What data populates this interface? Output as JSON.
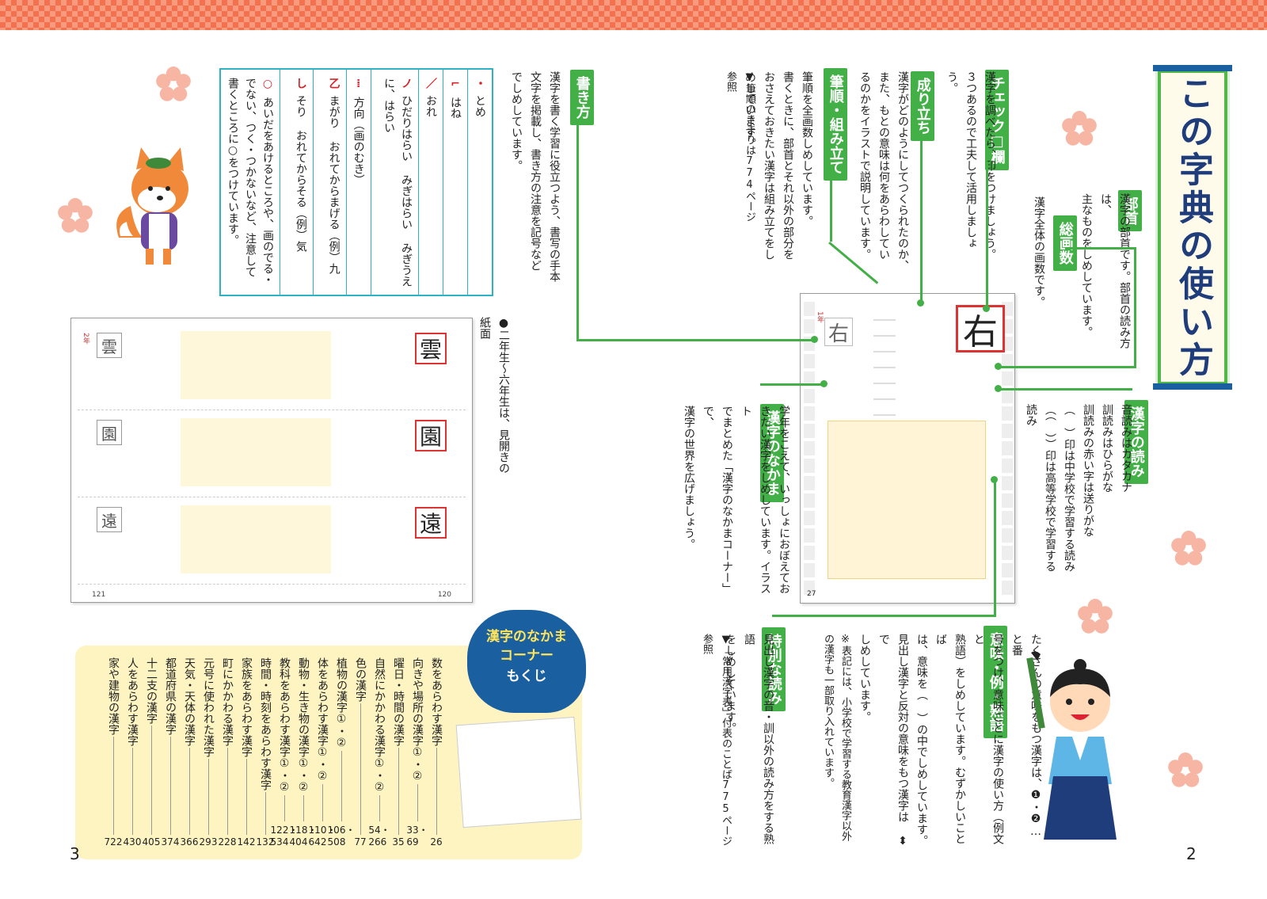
{
  "title": "この字典の使い方",
  "sections": {
    "bushu": {
      "label": "部首",
      "lines": [
        "漢字の部首です。部首の読み方は、",
        "主なものをしめしています。"
      ]
    },
    "sokakusu": {
      "label": "総画数",
      "lines": [
        "漢字全体の画数です。"
      ]
    },
    "yomi": {
      "label": "漢字の読み",
      "lines": [
        "音読みはカタカナ",
        "訓読みはひらがな",
        "訓読みの赤い字は送りがな",
        "（ ）印は中学校で学習する読み",
        "（（ ））印は高等学校で学習する読み"
      ]
    },
    "check": {
      "label": "チェック□欄",
      "lines": [
        "漢字を調べたら、印をつけましょう。",
        "３つあるので工夫して活用しましょう。"
      ]
    },
    "nariTachi": {
      "label": "成り立ち",
      "lines": [
        "漢字がどのようにしてつくられたのか、",
        "また、もとの意味は何をあらわしてい",
        "るのかをイラストで説明しています。"
      ]
    },
    "hitsujun": {
      "label": "筆順・組み立て",
      "lines": [
        "筆順を全画数しめしています。",
        "書くときに、部首とそれ以外の部分を",
        "おさえておきたい漢字は組み立てをし",
        "めしています。"
      ],
      "note": "▼筆順のきまりは774ページ参照"
    },
    "kakikata": {
      "label": "書き方",
      "lines": [
        "漢字を書く学習に役立つよう、書写の手本",
        "文字を掲載し、書き方の注意を記号など",
        "でしめしています。"
      ]
    },
    "nakama": {
      "label": "漢字のなかま",
      "lines": [
        "学年をこえて、いっしょにおぼえてお",
        "きたい漢字をしめしています。イラスト",
        "でまとめた「漢字のなかまコーナー」で、",
        "漢字の世界を広げましょう。"
      ]
    },
    "imi": {
      "label": "意味・例・熟語",
      "lines": [
        "たくさんの意味をもつ漢字は、❶・❷…と番",
        "号をつけ、意味ごとに漢字の使い方（例文と",
        "熟語）をしめしています。むずかしいことば",
        "は、意味を（ ）の中でしめしています。",
        "見出し漢字と反対の意味をもつ漢字は ⬍ で",
        "しめしています。"
      ],
      "note": "※表記には、小学校で学習する教育漢字以外の漢字も一部取り入れています。"
    },
    "tokubetsu": {
      "label": "特別な読み",
      "lines": [
        "見出し漢字の音・訓以外の読み方をする熟語",
        "をしめしています。"
      ],
      "note": "▼「常用漢字表」付表のことば775ページ参照"
    }
  },
  "stroke_guide": [
    {
      "mark": "・",
      "name": "とめ"
    },
    {
      "mark": "⌐",
      "name": "はね"
    },
    {
      "mark": "／",
      "name": "おれ"
    },
    {
      "mark": "ノ",
      "name": "ひだりはらい みぎはらい みぎうえに、はらい"
    },
    {
      "mark": "⁞",
      "name": "方向（画のむき）"
    },
    {
      "mark": "乙",
      "name": "まがり おれてからまげる（例）九"
    },
    {
      "mark": "し",
      "name": "そり おれてからそる（例）気"
    },
    {
      "mark": "○",
      "name": "あいだをあけるところや、画のでる・でない、つく・つかないなど、注意して書くところに○をつけています。"
    }
  ],
  "sample": {
    "kanji": "右",
    "page": "27",
    "grade": "1年"
  },
  "spread": {
    "note": "●二年生〜六年生は、見開きの紙面",
    "kanji": [
      "雲",
      "園",
      "遠"
    ],
    "pages": [
      "121",
      "120"
    ],
    "grade": "2年"
  },
  "toc": {
    "heading": [
      "漢字のなかま",
      "コーナー",
      "もくじ"
    ],
    "items": [
      {
        "name": "数をあらわす漢字",
        "pages": "26"
      },
      {
        "name": "向きや場所の漢字①・②",
        "pages": "33・69"
      },
      {
        "name": "曜日・時間の漢字",
        "pages": "35"
      },
      {
        "name": "自然にかかわる漢字①・②",
        "pages": "54・266"
      },
      {
        "name": "色の漢字",
        "pages": "77"
      },
      {
        "name": "植物の漢字①・②",
        "pages": "106・508"
      },
      {
        "name": "体をあらわす漢字①・②",
        "pages": "110・642"
      },
      {
        "name": "動物・生き物の漢字①・②",
        "pages": "118・404"
      },
      {
        "name": "教科をあらわす漢字①・②",
        "pages": "122・534"
      },
      {
        "name": "時間・時刻をあらわす漢字",
        "pages": "132"
      },
      {
        "name": "家族をあらわす漢字",
        "pages": "142"
      },
      {
        "name": "町にかかわる漢字",
        "pages": "228"
      },
      {
        "name": "元号に使われた漢字",
        "pages": "293"
      },
      {
        "name": "天気・天体の漢字",
        "pages": "366"
      },
      {
        "name": "都道府県の漢字",
        "pages": "374"
      },
      {
        "name": "十二支の漢字",
        "pages": "405"
      },
      {
        "name": "人をあらわす漢字",
        "pages": "430"
      },
      {
        "name": "家や建物の漢字",
        "pages": "722"
      }
    ]
  },
  "page_numbers": {
    "left": "3",
    "right": "2"
  },
  "colors": {
    "green": "#43b047",
    "navy": "#1f3d7a",
    "band": "#f4714f",
    "toc_bg": "#fdf4c2",
    "cyan": "#2fb3c4"
  }
}
